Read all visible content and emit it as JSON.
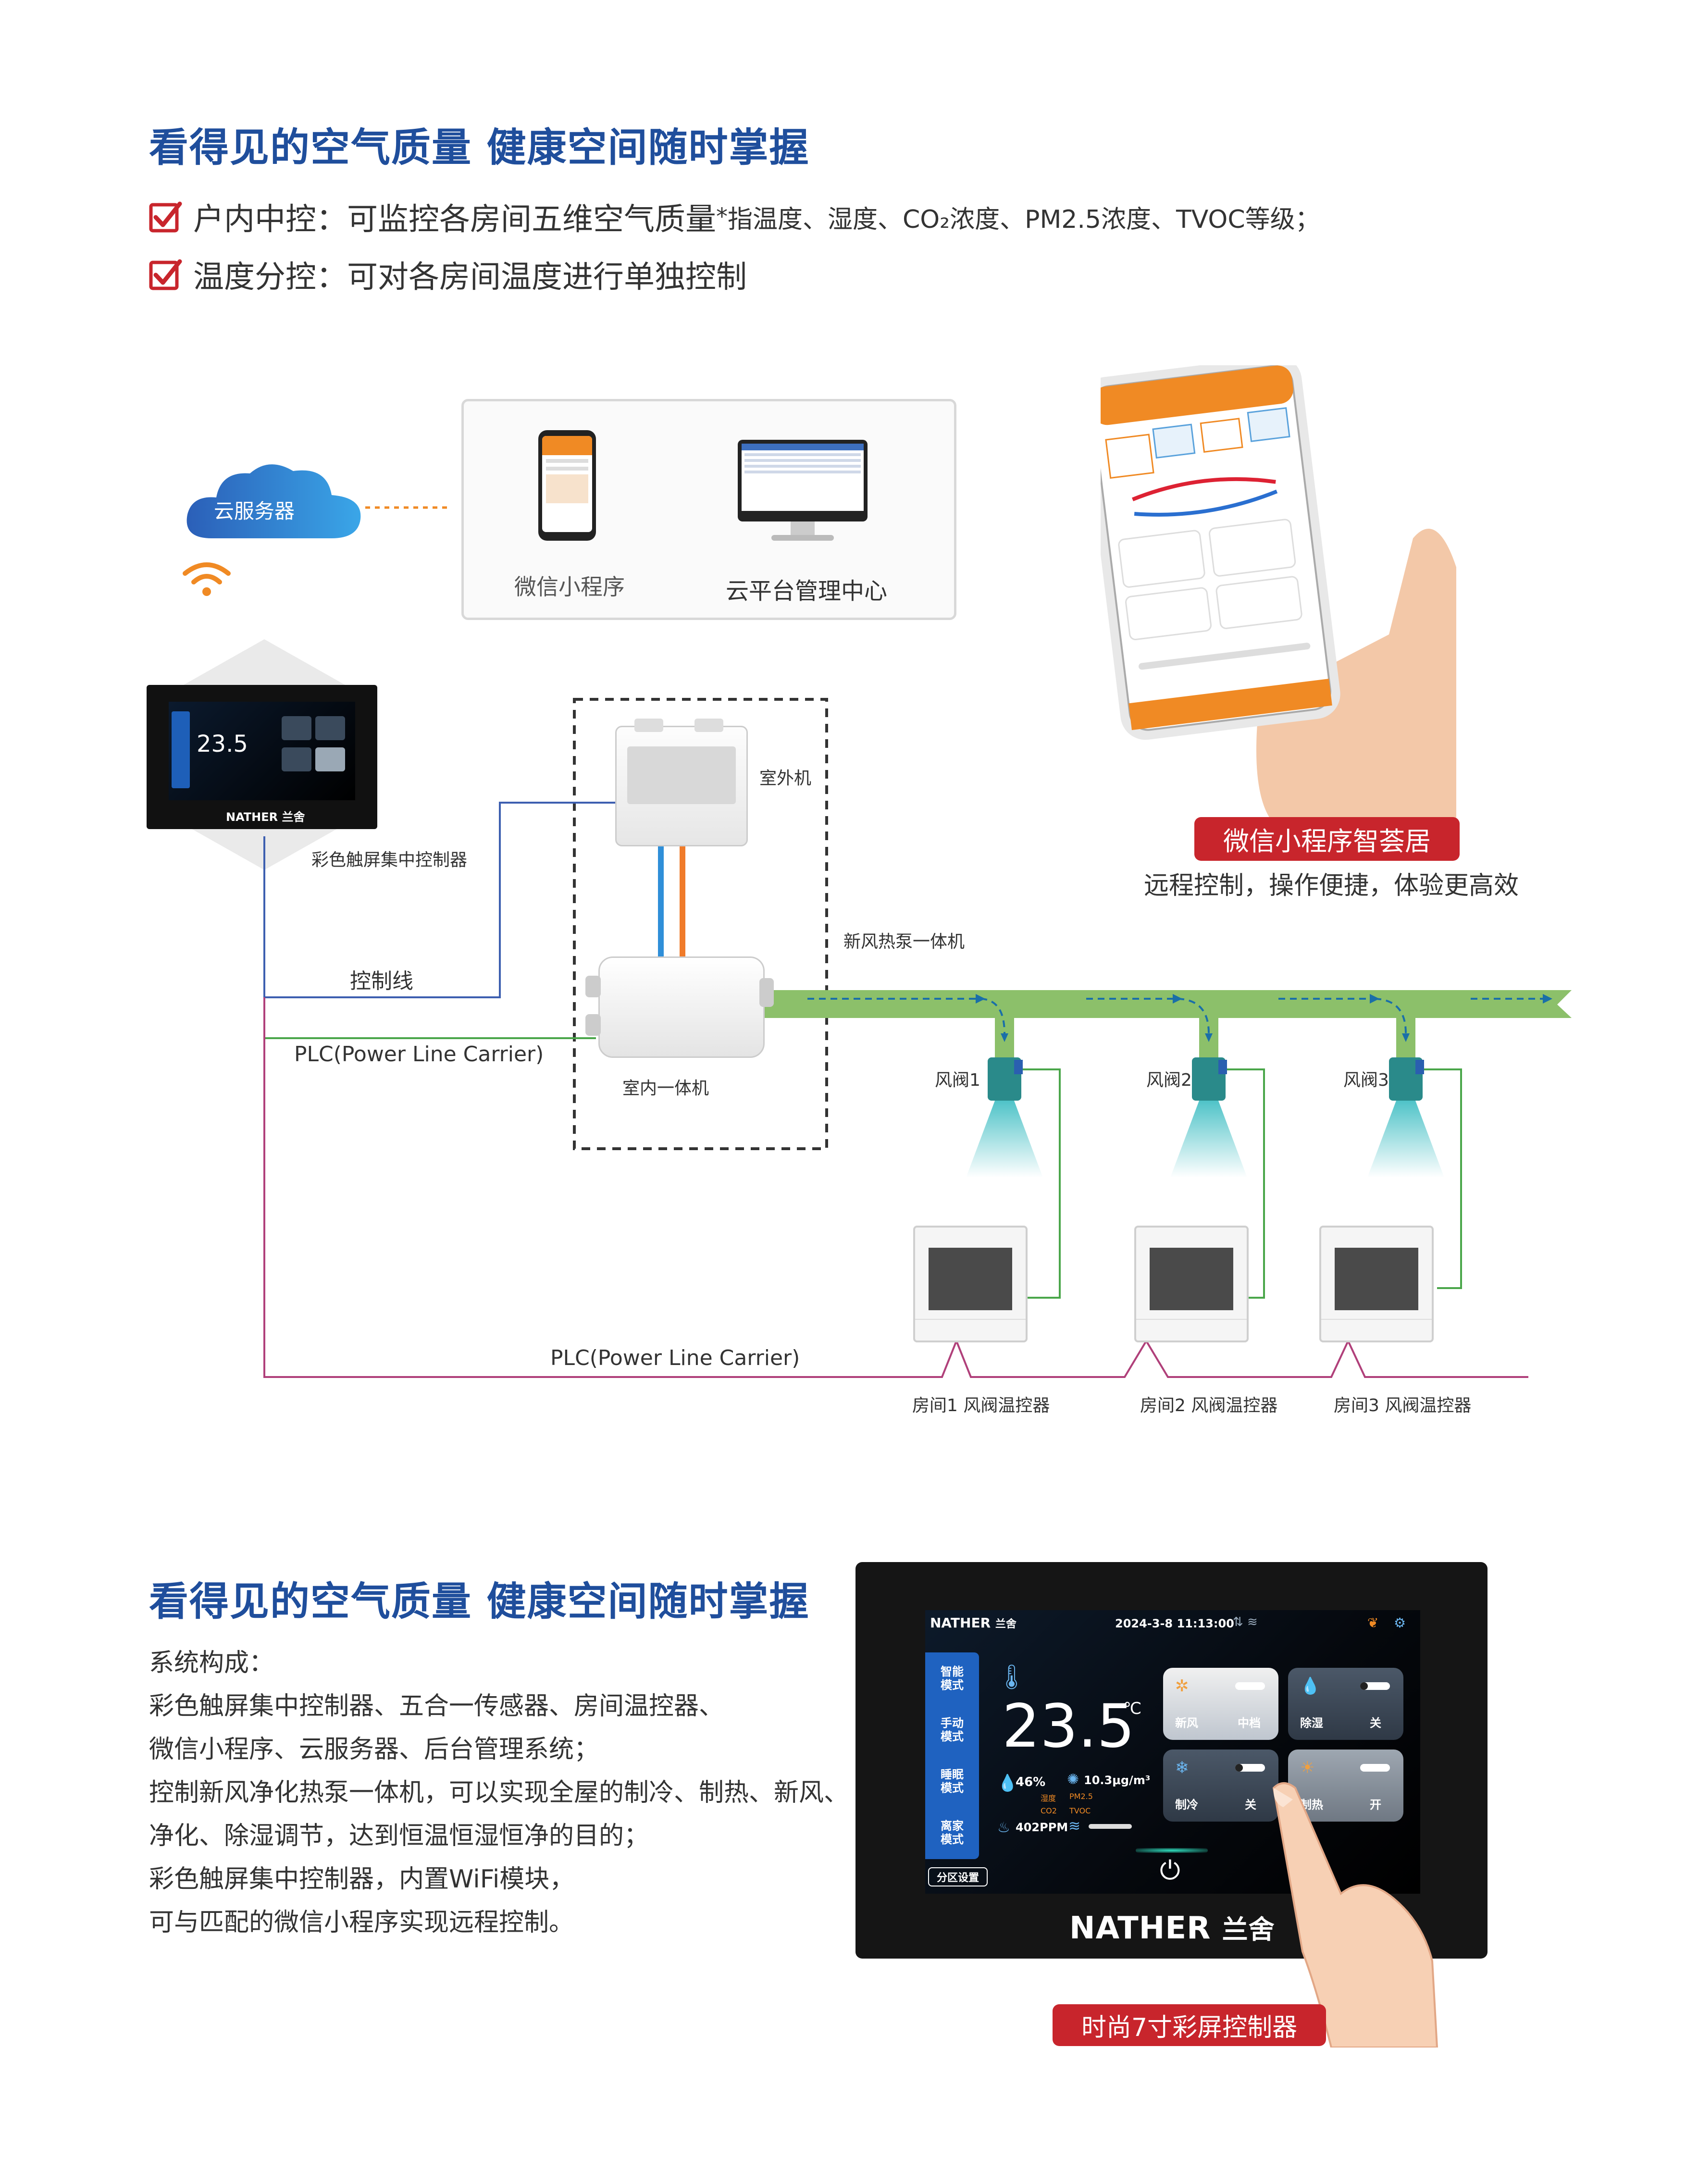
{
  "section1": {
    "title": "看得见的空气质量 健康空间随时掌握",
    "feature1": {
      "label": "户内中控：可监控各房间五维空气质量",
      "star": "*",
      "note": "指温度、湿度、CO₂浓度、PM2.5浓度、TVOC等级；"
    },
    "feature2": {
      "label": "温度分控：可对各房间温度进行单独控制"
    }
  },
  "diagram": {
    "cloud_label": "云服务器",
    "wechat_label": "微信小程序",
    "cloud_platform_label": "云平台管理中心",
    "controller_label": "彩色触屏集中控制器",
    "outdoor_unit": "室外机",
    "indoor_unit": "室内一体机",
    "heatpump_label": "新风热泵一体机",
    "control_line": "控制线",
    "plc_top": "PLC(Power Line Carrier)",
    "plc_bottom": "PLC(Power Line Carrier)",
    "dampers": [
      "风阀1",
      "风阀2",
      "风阀3"
    ],
    "room_controllers": [
      "房间1 风阀温控器",
      "房间2 风阀温控器",
      "房间3 风阀温控器"
    ],
    "phone_badge": "微信小程序智荟居",
    "phone_caption": "远程控制，操作便捷，体验更高效"
  },
  "section2": {
    "title": "看得见的空气质量 健康空间随时掌握",
    "lines": [
      "系统构成：",
      "彩色触屏集中控制器、五合一传感器、房间温控器、",
      "微信小程序、云服务器、后台管理系统；",
      "控制新风净化热泵一体机，可以实现全屋的制冷、制热、新风、",
      "净化、除湿调节，达到恒温恒湿恒净的目的；",
      "彩色触屏集中控制器，内置WiFi模块，",
      "可与匹配的微信小程序实现远程控制。"
    ]
  },
  "controller": {
    "brand": "NATHER",
    "brand_cn": "兰舍",
    "datetime": "2024-3-8  11:13:00",
    "temperature": "23.5",
    "temp_unit": "℃",
    "humidity": "46%",
    "humidity_label": "湿度",
    "pm25": "10.3μg/m³",
    "pm25_label": "PM2.5",
    "co2_label": "CO2",
    "co2": "402PPM",
    "tvoc_label": "TVOC",
    "modes": [
      "智能模式",
      "手动模式",
      "睡眠模式",
      "离家模式"
    ],
    "zone_button": "分区设置",
    "tiles": [
      {
        "name": "新风",
        "state": "中档"
      },
      {
        "name": "除湿",
        "state": "关"
      },
      {
        "name": "制冷",
        "state": "关"
      },
      {
        "name": "制热",
        "state": "开"
      }
    ],
    "badge": "时尚7寸彩屏控制器"
  },
  "colors": {
    "title_blue": "#1f4e9c",
    "accent_red": "#c8252c",
    "duct_green": "#8cc06a",
    "wechat_orange": "#f08a24"
  }
}
